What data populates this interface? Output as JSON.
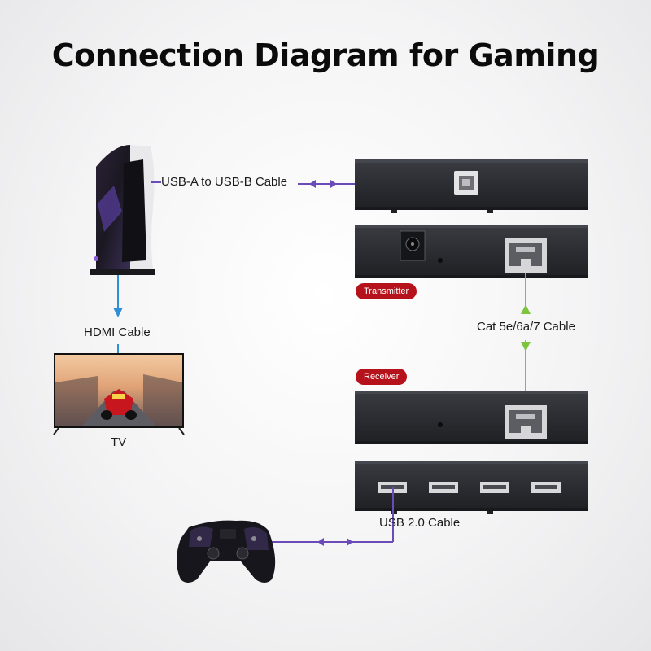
{
  "title": "Connection Diagram for Gaming",
  "labels": {
    "usb_a_b": "USB-A to USB-B Cable",
    "hdmi": "HDMI Cable",
    "tv": "TV",
    "cat": "Cat 5e/6a/7 Cable",
    "usb2": "USB 2.0 Cable"
  },
  "badges": {
    "transmitter": "Transmitter",
    "receiver": "Receiver"
  },
  "colors": {
    "usb_cable": "#6a4bb8",
    "hdmi_cable": "#2f8fd6",
    "cat_cable": "#7cc43a",
    "badge": "#b5121b",
    "device": "#2c2e33"
  },
  "icons": [
    "console",
    "tv",
    "gamepad",
    "usb-b-port",
    "dc-jack",
    "rj45-port",
    "usb-a-port"
  ]
}
